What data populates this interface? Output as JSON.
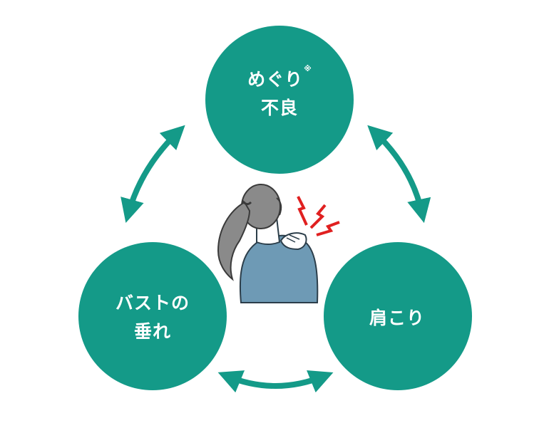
{
  "diagram": {
    "nodes": {
      "top": {
        "line1": "めぐり",
        "note_mark": "※",
        "line2": "不良"
      },
      "left": {
        "line1": "バストの",
        "line2": "垂れ"
      },
      "right": {
        "line1": "肩こり"
      }
    },
    "center_illustration": "woman-shoulder-pain-illustration",
    "colors": {
      "node_fill": "#149a88",
      "arrow": "#149a88",
      "label_text": "#ffffff",
      "shirt": "#6e9ab5",
      "hair": "#8a8a8a",
      "pain_mark": "#e02020"
    }
  }
}
